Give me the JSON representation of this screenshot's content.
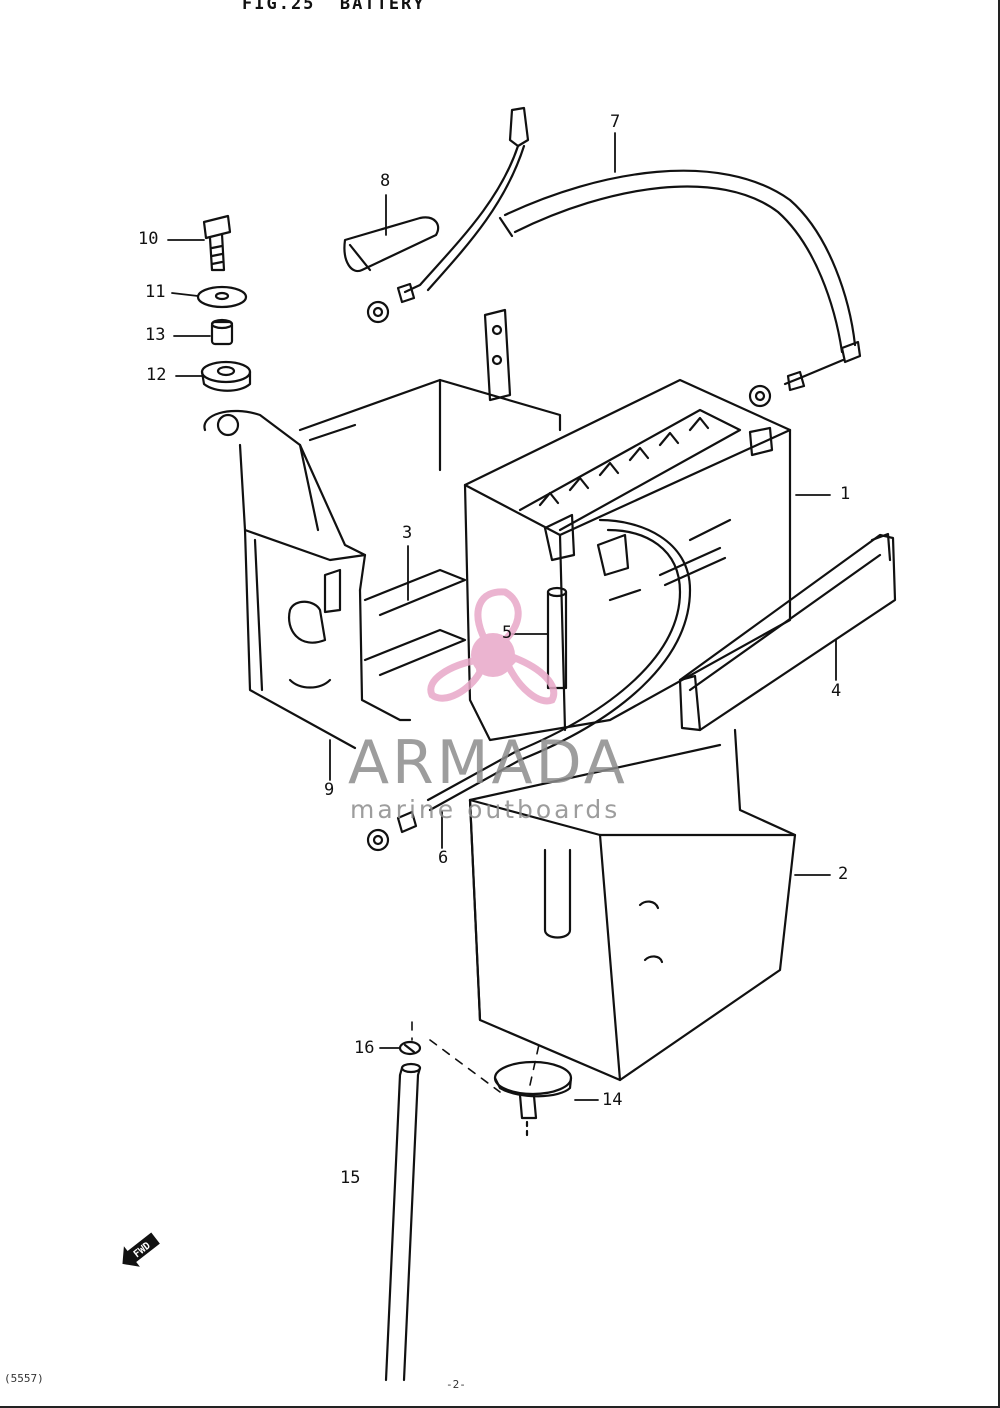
{
  "figure": {
    "title": "FIG.25  BATTERY"
  },
  "callouts": {
    "c1": "1",
    "c2": "2",
    "c3": "3",
    "c4": "4",
    "c5": "5",
    "c6": "6",
    "c7": "7",
    "c8": "8",
    "c9": "9",
    "c10": "10",
    "c11": "11",
    "c12": "12",
    "c13": "13",
    "c14": "14",
    "c15": "15",
    "c16": "16"
  },
  "watermark": {
    "name": "ARMADA",
    "tagline": "marine outboards",
    "color": "#e8a8c8"
  },
  "direction_marker": {
    "label": "FWD"
  },
  "footer": {
    "left_code": "(5557)",
    "page_mark": "-2-"
  }
}
